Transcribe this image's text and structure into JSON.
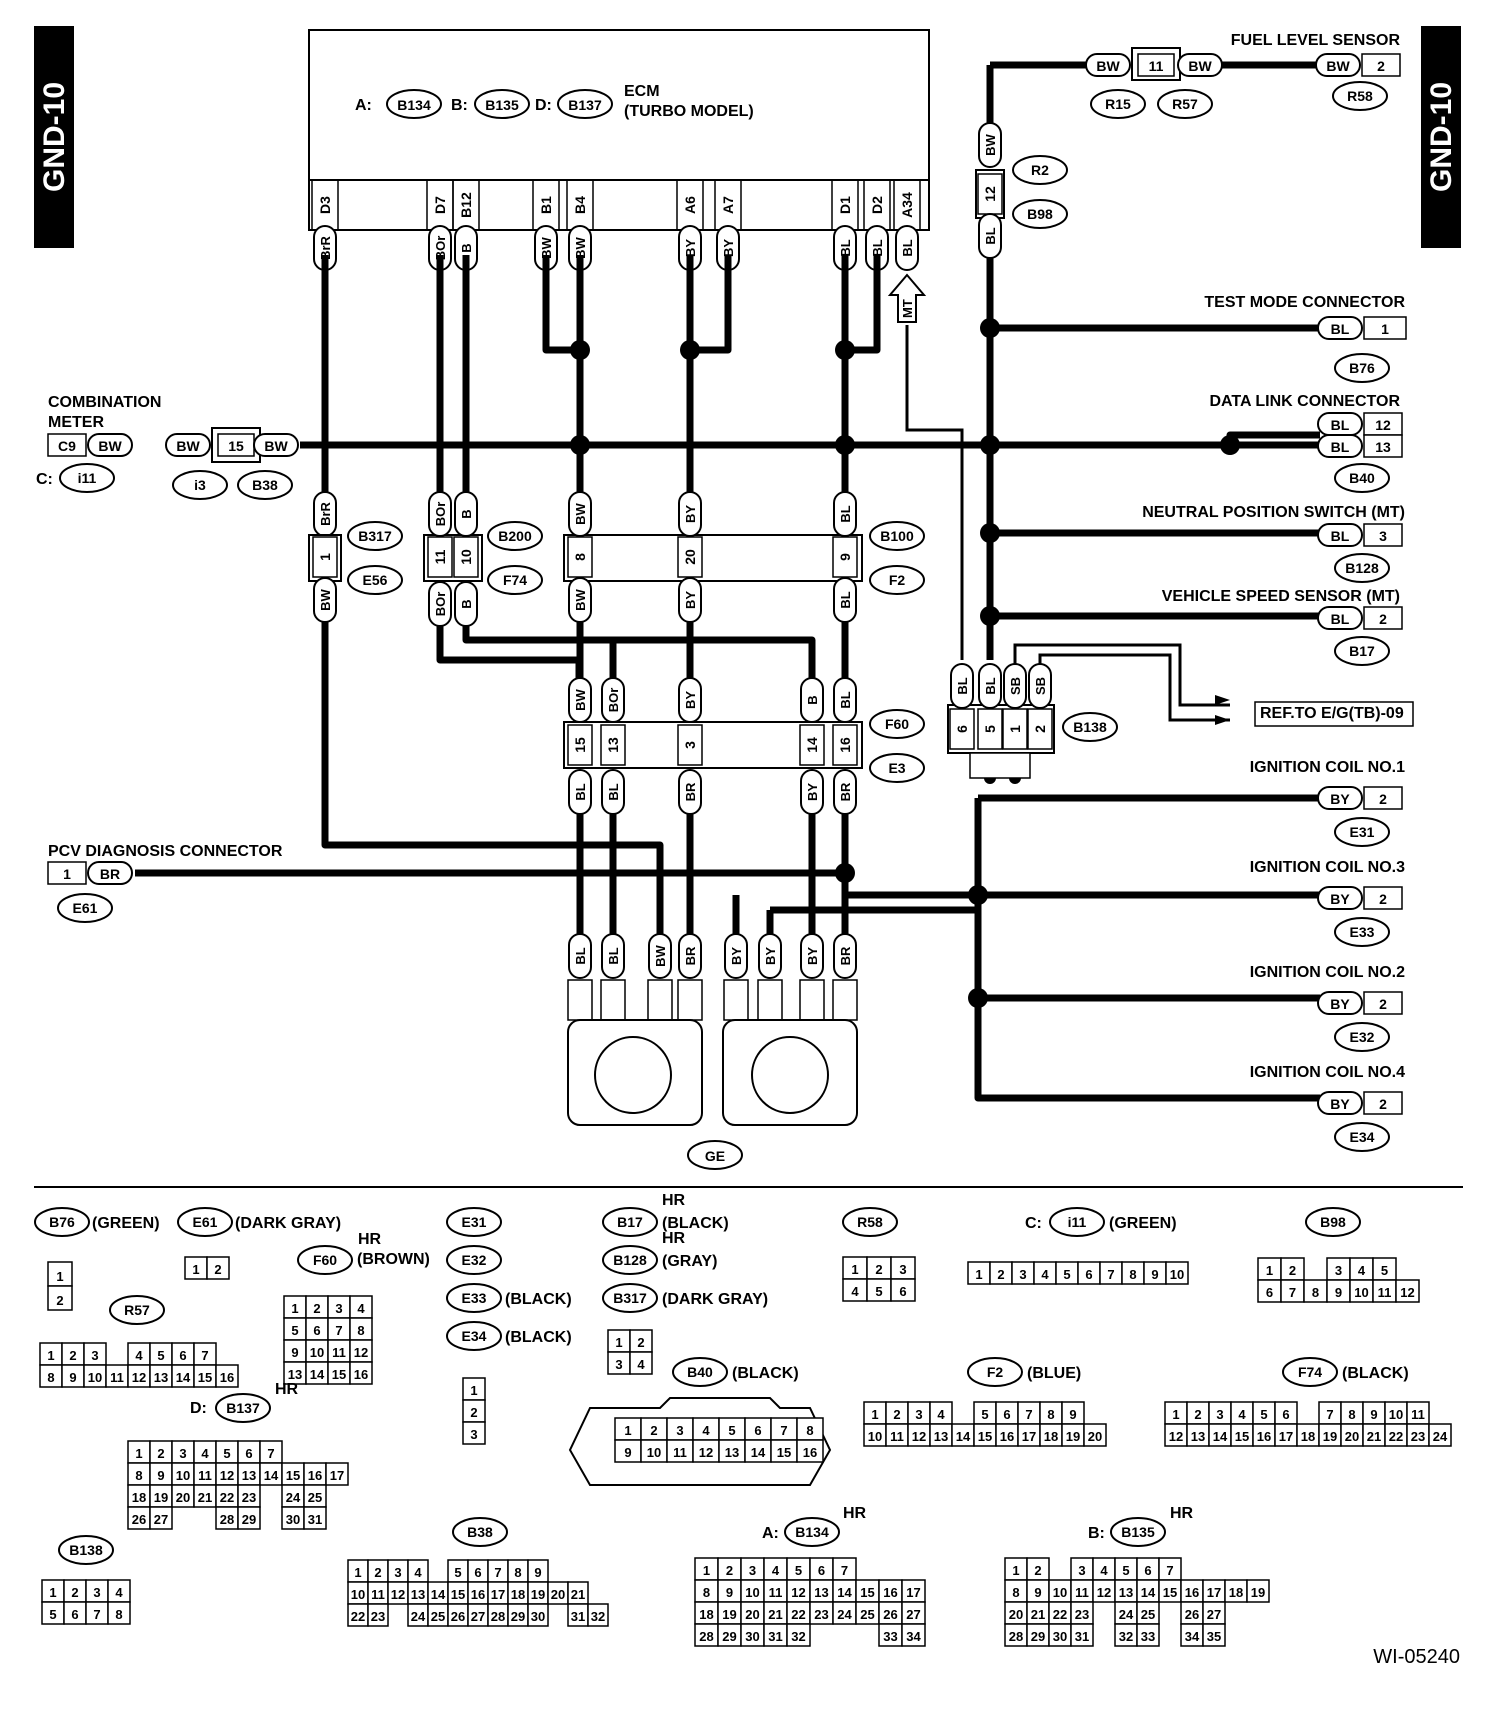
{
  "page": {
    "tab_left": "GND-10",
    "tab_right": "GND-10",
    "figure_id": "WI-05240"
  },
  "ecm": {
    "connectors": [
      {
        "prefix": "A:",
        "id": "B134"
      },
      {
        "prefix": "B:",
        "id": "B135"
      },
      {
        "prefix": "D:",
        "id": "B137"
      }
    ],
    "title_line1": "ECM",
    "title_line2": "(TURBO MODEL)",
    "pins": [
      {
        "pin": "D3",
        "wire": "BrR"
      },
      {
        "pin": "D7",
        "wire": "BOr"
      },
      {
        "pin": "B12",
        "wire": "B"
      },
      {
        "pin": "B1",
        "wire": "BW"
      },
      {
        "pin": "B4",
        "wire": "BW"
      },
      {
        "pin": "A6",
        "wire": "BY"
      },
      {
        "pin": "A7",
        "wire": "BY"
      },
      {
        "pin": "D1",
        "wire": "BL"
      },
      {
        "pin": "D2",
        "wire": "BL"
      },
      {
        "pin": "A34",
        "wire": "BL"
      }
    ],
    "mt_label": "MT"
  },
  "right_components": {
    "fuel_level_sensor": {
      "title": "FUEL LEVEL SENSOR",
      "wire": "BW",
      "pin": "2",
      "conn": "R58"
    },
    "r15_r57": {
      "wire_a": "BW",
      "pin": "11",
      "wire_b": "BW",
      "conn_a": "R15",
      "conn_b": "R57"
    },
    "r2_b98": {
      "wire_top": "BW",
      "pin": "12",
      "wire_bottom": "BL",
      "conn_a": "R2",
      "conn_b": "B98"
    },
    "test_mode": {
      "title": "TEST MODE CONNECTOR",
      "wire": "BL",
      "pin": "1",
      "conn": "B76"
    },
    "data_link": {
      "title": "DATA LINK CONNECTOR",
      "wire1": "BL",
      "pin1": "12",
      "wire2": "BL",
      "pin2": "13",
      "conn": "B40"
    },
    "neutral": {
      "title": "NEUTRAL POSITION SWITCH (MT)",
      "wire": "BL",
      "pin": "3",
      "conn": "B128"
    },
    "vss": {
      "title": "VEHICLE SPEED SENSOR (MT)",
      "wire": "BL",
      "pin": "2",
      "conn": "B17"
    },
    "b138": {
      "conn": "B138",
      "wires": [
        "BL",
        "BL",
        "SB",
        "SB"
      ],
      "pins": [
        "6",
        "5",
        "1",
        "2"
      ]
    },
    "ref": "REF.TO E/G(TB)-09",
    "coils": [
      {
        "title": "IGNITION COIL NO.1",
        "wire": "BY",
        "pin": "2",
        "conn": "E31"
      },
      {
        "title": "IGNITION COIL NO.3",
        "wire": "BY",
        "pin": "2",
        "conn": "E33"
      },
      {
        "title": "IGNITION COIL NO.2",
        "wire": "BY",
        "pin": "2",
        "conn": "E32"
      },
      {
        "title": "IGNITION COIL NO.4",
        "wire": "BY",
        "pin": "2",
        "conn": "E34"
      }
    ]
  },
  "left_components": {
    "combination_meter": {
      "title1": "COMBINATION",
      "title2": "METER",
      "pin": "C9",
      "wire": "BW",
      "conn_prefix": "C:",
      "conn": "i11"
    },
    "i3_b38": {
      "wire_a": "BW",
      "pin": "15",
      "wire_b": "BW",
      "conn_a": "i3",
      "conn_b": "B38"
    },
    "pcv": {
      "title": "PCV DIAGNOSIS CONNECTOR",
      "pin": "1",
      "wire": "BR",
      "conn": "E61"
    }
  },
  "mid_connectors": {
    "b317_e56": {
      "wire_top": "BrR",
      "pin": "1",
      "wire_bottom": "BW",
      "conn_a": "B317",
      "conn_b": "E56"
    },
    "b200_f74": {
      "wires_top": [
        "BOr",
        "B"
      ],
      "pins": [
        "11",
        "10"
      ],
      "wires_bottom": [
        "BOr",
        "B"
      ],
      "conn_a": "B200",
      "conn_b": "F74"
    },
    "b100_f2": {
      "wires_top": [
        "BW",
        "BY",
        "BL"
      ],
      "pins": [
        "8",
        "20",
        "9"
      ],
      "wires_bottom": [
        "BW",
        "BY",
        "BL"
      ],
      "conn_a": "B100",
      "conn_b": "F2"
    },
    "f60_e3": {
      "wires_top": [
        "BW",
        "BOr",
        "BY",
        "B",
        "BL"
      ],
      "pins": [
        "15",
        "13",
        "3",
        "14",
        "16"
      ],
      "wires_bottom": [
        "BL",
        "BL",
        "BR",
        "BY",
        "BR"
      ],
      "conn_a": "F60",
      "conn_b": "E3"
    },
    "ground_wires_left": [
      "BL",
      "BL",
      "BW",
      "BR"
    ],
    "ground_wires_right": [
      "BY",
      "BY",
      "BY",
      "BR"
    ],
    "ground": "GE"
  },
  "legend": {
    "b76": {
      "id": "B76",
      "note": "(GREEN)"
    },
    "e61": {
      "id": "E61",
      "note": "(DARK GRAY)"
    },
    "f60": {
      "id": "F60",
      "hr": "HR",
      "note": "(BROWN)"
    },
    "r57": {
      "id": "R57"
    },
    "d_b137": {
      "prefix": "D:",
      "id": "B137",
      "hr": "HR"
    },
    "b138": {
      "id": "B138"
    },
    "e31": {
      "id": "E31"
    },
    "e32": {
      "id": "E32"
    },
    "e33": {
      "id": "E33",
      "note": "(BLACK)"
    },
    "e34": {
      "id": "E34",
      "note": "(BLACK)"
    },
    "b17": {
      "id": "B17",
      "hr": "HR",
      "note": "(BLACK)"
    },
    "b128": {
      "id": "B128",
      "hr": "HR",
      "note": "(GRAY)"
    },
    "b317": {
      "id": "B317",
      "note": "(DARK GRAY)"
    },
    "b40": {
      "id": "B40",
      "note": "(BLACK)"
    },
    "r58": {
      "id": "R58"
    },
    "c_i11": {
      "prefix": "C:",
      "id": "i11",
      "note": "(GREEN)"
    },
    "b98": {
      "id": "B98"
    },
    "f2": {
      "id": "F2",
      "note": "(BLUE)"
    },
    "f74": {
      "id": "F74",
      "note": "(BLACK)"
    },
    "b38": {
      "id": "B38"
    },
    "a_b134": {
      "prefix": "A:",
      "id": "B134",
      "hr": "HR"
    },
    "b_b135": {
      "prefix": "B:",
      "id": "B135",
      "hr": "HR"
    }
  },
  "legend_grids": {
    "b76": [
      [
        "1"
      ],
      [
        "2"
      ]
    ],
    "e61": [
      [
        "1",
        "2"
      ]
    ],
    "f60": [
      [
        "1",
        "2",
        "3",
        "4"
      ],
      [
        "5",
        "6",
        "7",
        "8"
      ],
      [
        "9",
        "10",
        "11",
        "12"
      ],
      [
        "13",
        "14",
        "15",
        "16"
      ]
    ],
    "r57": [
      [
        "1",
        "2",
        "3",
        "",
        "4",
        "5",
        "6",
        "7"
      ],
      [
        "8",
        "9",
        "10",
        "11",
        "12",
        "13",
        "14",
        "15",
        "16"
      ]
    ],
    "b137": [
      [
        "1",
        "2",
        "3",
        "4",
        "5",
        "6",
        "7"
      ],
      [
        "8",
        "9",
        "10",
        "11",
        "12",
        "13",
        "14",
        "15",
        "16",
        "17"
      ],
      [
        "18",
        "19",
        "20",
        "21",
        "22",
        "23",
        "",
        "24",
        "25"
      ],
      [
        "26",
        "27",
        "",
        "",
        "28",
        "29",
        "",
        "30",
        "31"
      ]
    ],
    "b138": [
      [
        "1",
        "2",
        "3",
        "4"
      ],
      [
        "5",
        "6",
        "7",
        "8"
      ]
    ],
    "e3x": [
      [
        "1"
      ],
      [
        "2"
      ],
      [
        "3"
      ]
    ],
    "b17": [
      [
        "1",
        "2"
      ],
      [
        "3",
        "4"
      ]
    ],
    "b40": [
      [
        "1",
        "2",
        "3",
        "4",
        "5",
        "6",
        "7",
        "8"
      ],
      [
        "9",
        "10",
        "11",
        "12",
        "13",
        "14",
        "15",
        "16"
      ]
    ],
    "r58": [
      [
        "1",
        "2",
        "3"
      ],
      [
        "4",
        "5",
        "6"
      ]
    ],
    "i11": [
      [
        "1",
        "2",
        "3",
        "4",
        "5",
        "6",
        "7",
        "8",
        "9",
        "10"
      ]
    ],
    "b98": [
      [
        "1",
        "2",
        "",
        "3",
        "4",
        "5"
      ],
      [
        "6",
        "7",
        "8",
        "9",
        "10",
        "11",
        "12"
      ]
    ],
    "f2": [
      [
        "1",
        "2",
        "3",
        "4",
        "",
        "5",
        "6",
        "7",
        "8",
        "9"
      ],
      [
        "10",
        "11",
        "12",
        "13",
        "14",
        "15",
        "16",
        "17",
        "18",
        "19",
        "20"
      ]
    ],
    "f74": [
      [
        "1",
        "2",
        "3",
        "4",
        "5",
        "6",
        "",
        "7",
        "8",
        "9",
        "10",
        "11"
      ],
      [
        "12",
        "13",
        "14",
        "15",
        "16",
        "17",
        "18",
        "19",
        "20",
        "21",
        "22",
        "23",
        "24"
      ]
    ],
    "b38": [
      [
        "1",
        "2",
        "3",
        "4",
        "",
        "5",
        "6",
        "7",
        "8",
        "9"
      ],
      [
        "10",
        "11",
        "12",
        "13",
        "14",
        "15",
        "16",
        "17",
        "18",
        "19",
        "20",
        "21"
      ],
      [
        "22",
        "23",
        "",
        "24",
        "25",
        "26",
        "27",
        "28",
        "29",
        "30",
        "",
        "31",
        "32"
      ]
    ],
    "b134": [
      [
        "1",
        "2",
        "3",
        "4",
        "5",
        "6",
        "7"
      ],
      [
        "8",
        "9",
        "10",
        "11",
        "12",
        "13",
        "14",
        "15",
        "16",
        "17"
      ],
      [
        "18",
        "19",
        "20",
        "21",
        "22",
        "23",
        "24",
        "25",
        "26",
        "27"
      ],
      [
        "28",
        "29",
        "30",
        "31",
        "32",
        "",
        "",
        "",
        "33",
        "34"
      ]
    ],
    "b135": [
      [
        "1",
        "2",
        "",
        "3",
        "4",
        "5",
        "6",
        "7"
      ],
      [
        "8",
        "9",
        "10",
        "11",
        "12",
        "13",
        "14",
        "15",
        "16",
        "17",
        "18",
        "19"
      ],
      [
        "20",
        "21",
        "22",
        "23",
        "",
        "24",
        "25",
        "",
        "26",
        "27"
      ],
      [
        "28",
        "29",
        "30",
        "31",
        "",
        "32",
        "33",
        "",
        "34",
        "35"
      ]
    ]
  }
}
